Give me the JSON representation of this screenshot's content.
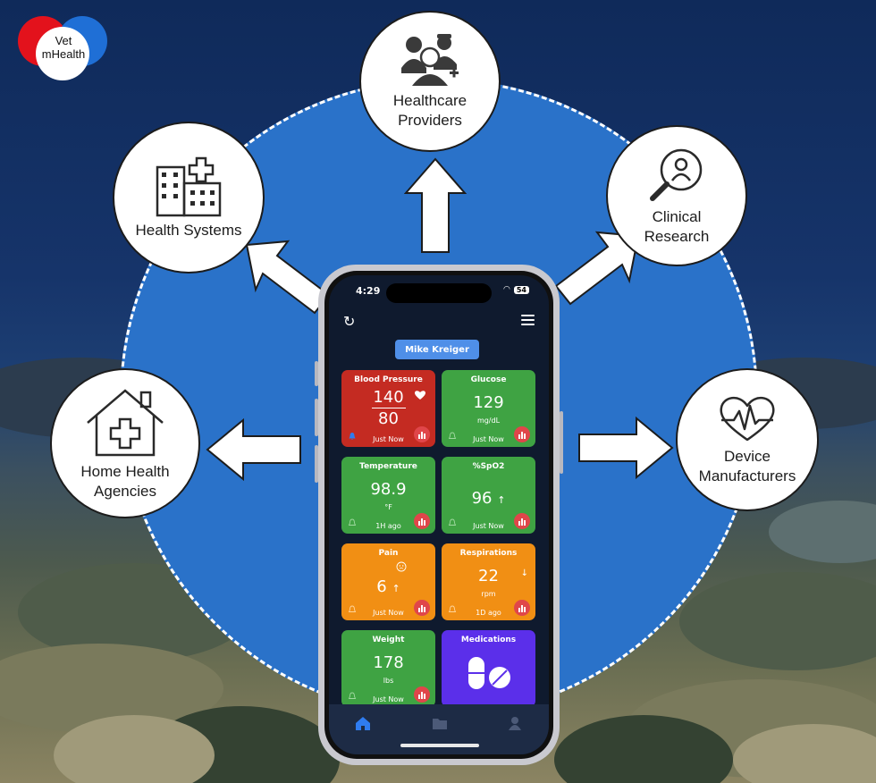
{
  "logo": {
    "line1": "Vet",
    "line2": "mHealth",
    "colors": [
      "#e3121c",
      "#1f6fd6"
    ]
  },
  "colors": {
    "ring": "#2a72c9",
    "tile_red": "#c42b22",
    "tile_green": "#3fa343",
    "tile_orange": "#f18f14",
    "tile_purple": "#5b2fea",
    "patient_button": "#4f8fe8"
  },
  "nodes": {
    "healthcare": {
      "line1": "Healthcare",
      "line2": "Providers",
      "icon": "care-team-icon"
    },
    "systems": {
      "line1": "Health Systems",
      "icon": "hospital-building-icon"
    },
    "research": {
      "line1": "Clinical",
      "line2": "Research",
      "icon": "magnifier-person-icon"
    },
    "home": {
      "line1": "Home Health",
      "line2": "Agencies",
      "icon": "house-cross-icon"
    },
    "device": {
      "line1": "Device",
      "line2": "Manufacturers",
      "icon": "heart-pulse-icon"
    }
  },
  "phone": {
    "time": "4:29",
    "battery": "54",
    "patient": "Mike Kreiger",
    "tiles": [
      {
        "title": "Blood Pressure",
        "systolic": "140",
        "diastolic": "80",
        "time": "Just Now",
        "color": "red"
      },
      {
        "title": "Glucose",
        "value": "129",
        "unit": "mg/dL",
        "time": "Just Now",
        "color": "green"
      },
      {
        "title": "Temperature",
        "value": "98.9",
        "unit": "°F",
        "time": "1H ago",
        "color": "green"
      },
      {
        "title": "%SpO2",
        "value": "96",
        "trend": "↑",
        "time": "Just Now",
        "color": "green"
      },
      {
        "title": "Pain",
        "value": "6",
        "trend": "↑",
        "time": "Just Now",
        "color": "orange"
      },
      {
        "title": "Respirations",
        "value": "22",
        "unit": "rpm",
        "trend": "↓",
        "time": "1D ago",
        "color": "orange"
      },
      {
        "title": "Weight",
        "value": "178",
        "unit": "lbs",
        "time": "Just Now",
        "color": "green"
      },
      {
        "title": "Medications",
        "icon": "pills-icon",
        "color": "purple"
      }
    ],
    "tabs": [
      "home-icon",
      "folder-icon",
      "profile-icon"
    ]
  }
}
